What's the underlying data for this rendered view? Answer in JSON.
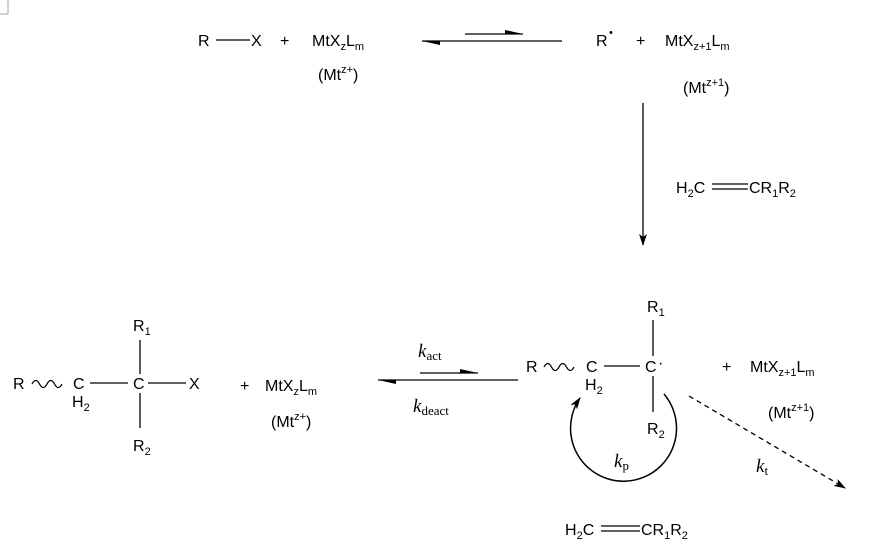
{
  "top": {
    "reactant": {
      "r": "R",
      "x": "X",
      "plus": "+",
      "catalyst": "MtX",
      "catalyst_sub": "z",
      "ligand": "L",
      "ligand_sub": "m",
      "ox_state": "(Mt",
      "ox_sup": "z+",
      "ox_close": ")"
    },
    "product": {
      "radical": "R",
      "radical_dot": "•",
      "plus": "+",
      "catalyst": "MtX",
      "catalyst_sub": "z+1",
      "ligand": "L",
      "ligand_sub": "m",
      "ox_state": "(Mt",
      "ox_sup": "z+1",
      "ox_close": ")"
    },
    "monomer": {
      "h": "H",
      "h_sub": "2",
      "c": "C",
      "rest": "CR",
      "r1_sub": "1",
      "r2": "R",
      "r2_sub": "2"
    }
  },
  "bottom": {
    "dormant": {
      "r": "R",
      "c1": "C",
      "h": "H",
      "h_sub": "2",
      "c2": "C",
      "x": "X",
      "r1": "R",
      "r1_sub": "1",
      "r2": "R",
      "r2_sub": "2"
    },
    "plus": "+",
    "catalyst": {
      "text": "MtX",
      "sub": "z",
      "ligand": "L",
      "ligand_sub": "m",
      "ox_state": "(Mt",
      "ox_sup": "z+",
      "ox_close": ")"
    },
    "k_act": {
      "k": "k",
      "sub": "act"
    },
    "k_deact": {
      "k": "k",
      "sub": "deact"
    },
    "active": {
      "r": "R",
      "c1": "C",
      "h": "H",
      "h_sub": "2",
      "c2": "C",
      "dot": "·",
      "r1": "R",
      "r1_sub": "1",
      "r2": "R",
      "r2_sub": "2"
    },
    "plus2": "+",
    "catalyst2": {
      "text": "MtX",
      "sub": "z+1",
      "ligand": "L",
      "ligand_sub": "m",
      "ox_state": "(Mt",
      "ox_sup": "z+1",
      "ox_close": ")"
    },
    "k_p": {
      "k": "k",
      "sub": "p"
    },
    "k_t": {
      "k": "k",
      "sub": "t"
    },
    "monomer": {
      "h": "H",
      "h_sub": "2",
      "c": "C",
      "rest": "CR",
      "r1_sub": "1",
      "r2": "R",
      "r2_sub": "2"
    }
  }
}
